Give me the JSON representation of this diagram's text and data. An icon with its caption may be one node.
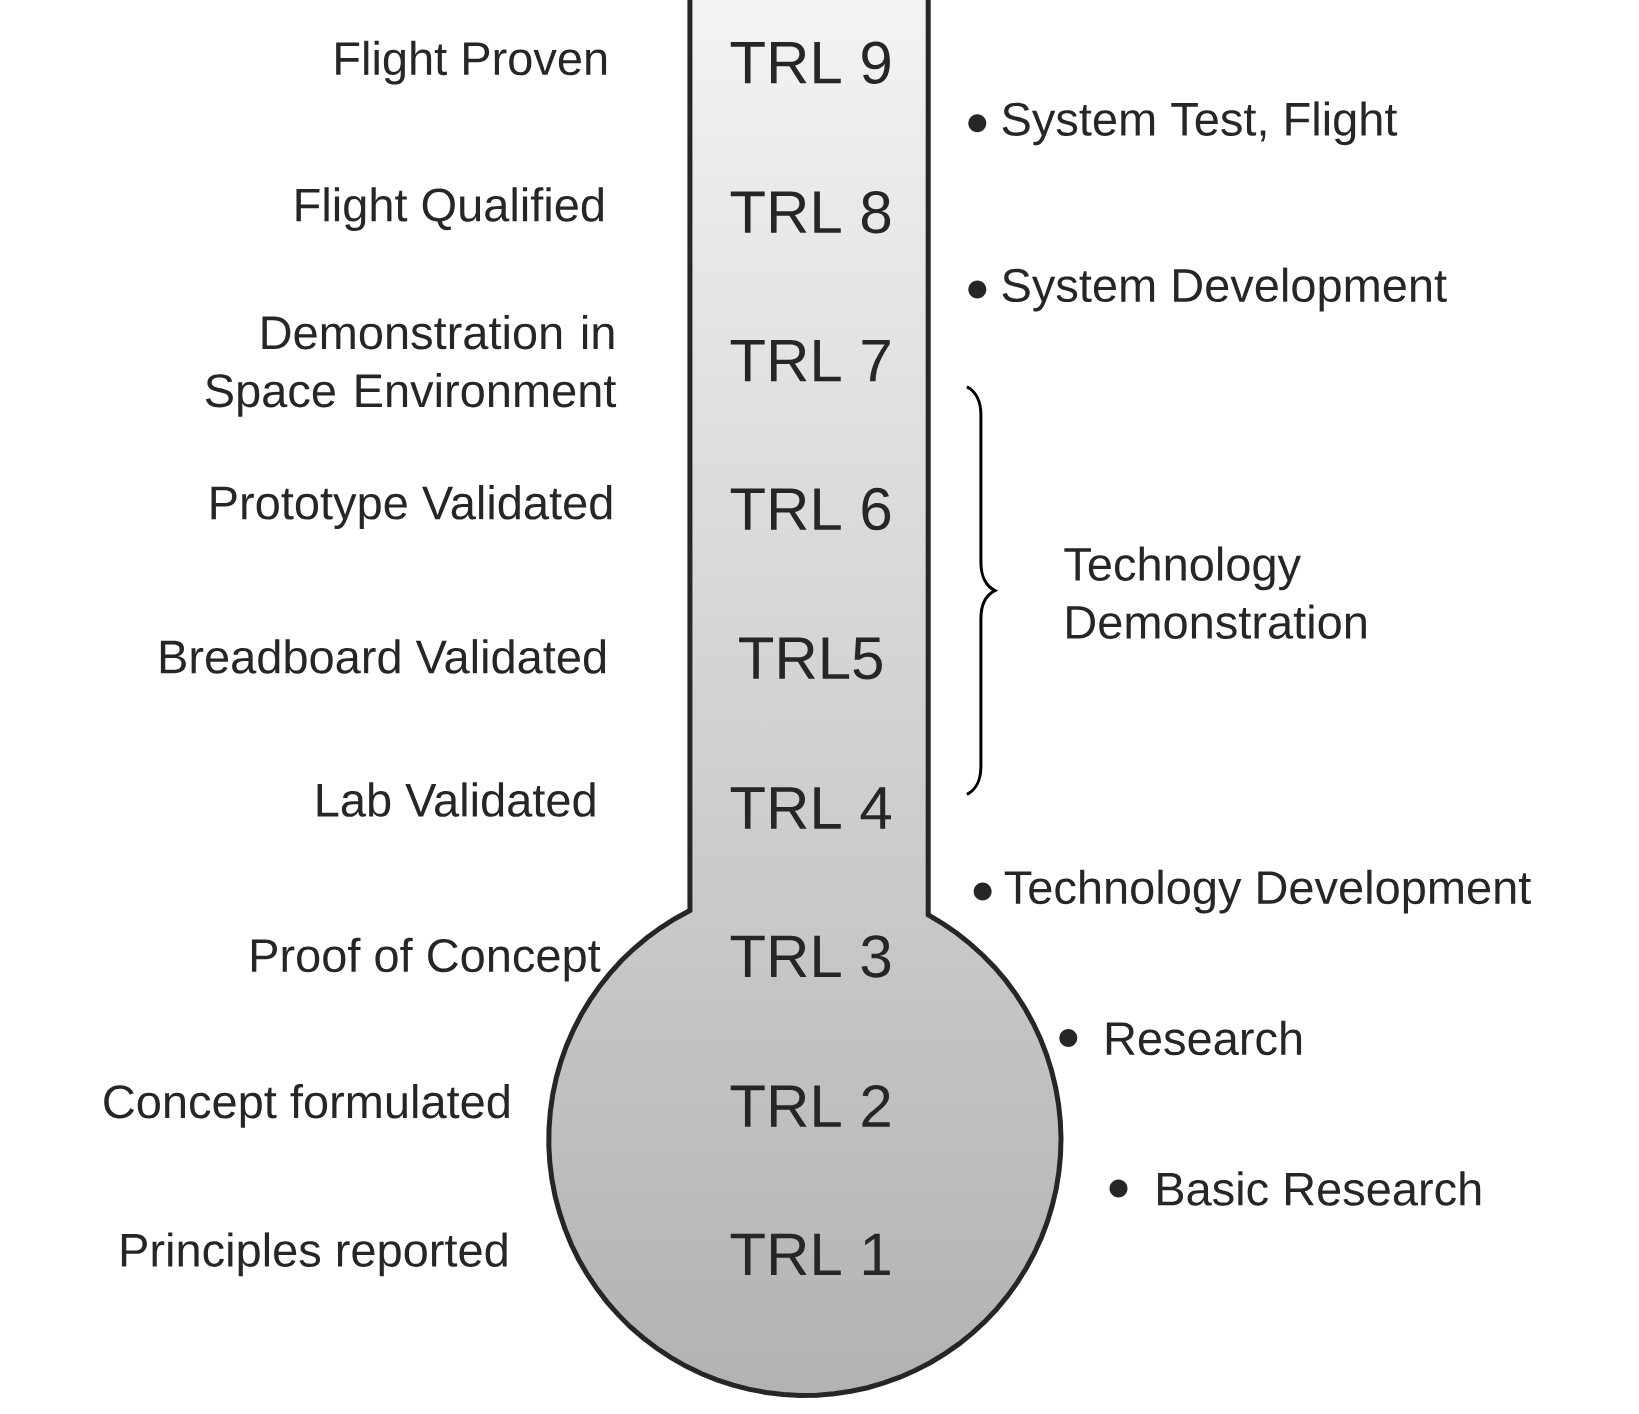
{
  "diagram": {
    "nodes": [
      {
        "text": [
          "TRL 9",
          "TRL 8",
          "TRL 7",
          "TRL 6",
          "TRL5",
          "TRL 4",
          "TRL 3",
          "TRL 2",
          "TRL 1"
        ]
      }
    ],
    "edges": [],
    "labels": [
      "Flight Proven",
      "Flight Qualified",
      "Demonstration in Space Environment",
      "Prototype Validated",
      "Breadboard Validated",
      "Lab Validated",
      "Proof of Concept",
      "Concept formulated",
      "Principles reported",
      "System Test, Flight",
      "System Development",
      "Technology Demonstration",
      "Technology Development",
      "Research",
      "Basic Research"
    ]
  }
}
